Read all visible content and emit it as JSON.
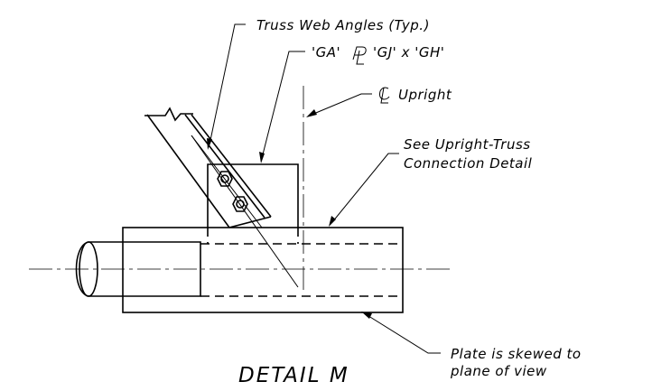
{
  "diagram": {
    "title": "DETAIL M",
    "labels": {
      "truss_web_angles": "Truss Web Angles (Typ.)",
      "plate_size_a": "'GA'",
      "plate_size_b": "'GJ' x 'GH'",
      "upright_centerline": "Upright",
      "connection_detail_line1": "See Upright-Truss",
      "connection_detail_line2": "Connection Detail",
      "plate_note_line1": "Plate is skewed to",
      "plate_note_line2": "plane of view"
    }
  }
}
